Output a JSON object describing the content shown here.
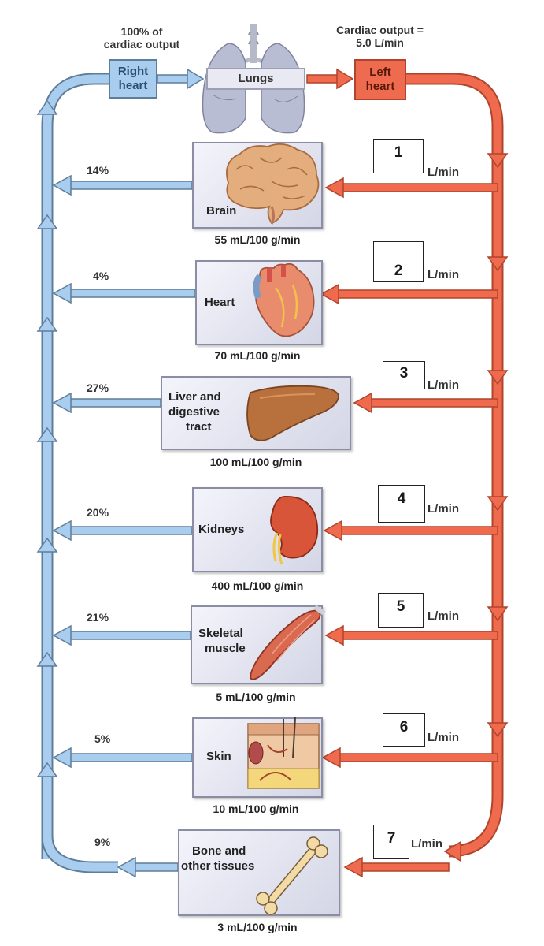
{
  "header": {
    "right_pct_line1": "100% of",
    "right_pct_line2": "cardiac output",
    "co_line1": "Cardiac output =",
    "co_line2": "5.0 L/min"
  },
  "boxes": {
    "right_heart_1": "Right",
    "right_heart_2": "heart",
    "lungs": "Lungs",
    "left_heart_1": "Left",
    "left_heart_2": "heart"
  },
  "unit_label": "L/min",
  "colors": {
    "venous": "#9fc6e8",
    "arterial": "#f06a4e",
    "right_heart_fill": "#a9cdee",
    "left_heart_fill": "#ee6b4f"
  },
  "organs": [
    {
      "name_lines": [
        "Brain"
      ],
      "flow": "55 mL/100 g/min",
      "percent": "14%",
      "blank": "1",
      "icon": "brain-icon"
    },
    {
      "name_lines": [
        "Heart"
      ],
      "flow": "70 mL/100 g/min",
      "percent": "4%",
      "blank": "2",
      "icon": "heart-icon"
    },
    {
      "name_lines": [
        "Liver and",
        "digestive",
        "tract"
      ],
      "flow": "100 mL/100 g/min",
      "percent": "27%",
      "blank": "3",
      "icon": "liver-icon"
    },
    {
      "name_lines": [
        "Kidneys"
      ],
      "flow": "400 mL/100 g/min",
      "percent": "20%",
      "blank": "4",
      "icon": "kidney-icon"
    },
    {
      "name_lines": [
        "Skeletal",
        "muscle"
      ],
      "flow": "5 mL/100 g/min",
      "percent": "21%",
      "blank": "5",
      "icon": "muscle-icon"
    },
    {
      "name_lines": [
        "Skin"
      ],
      "flow": "10 mL/100 g/min",
      "percent": "5%",
      "blank": "6",
      "icon": "skin-icon"
    },
    {
      "name_lines": [
        "Bone and",
        "other tissues"
      ],
      "flow": "3 mL/100 g/min",
      "percent": "9%",
      "blank": "7",
      "icon": "bone-icon"
    }
  ]
}
